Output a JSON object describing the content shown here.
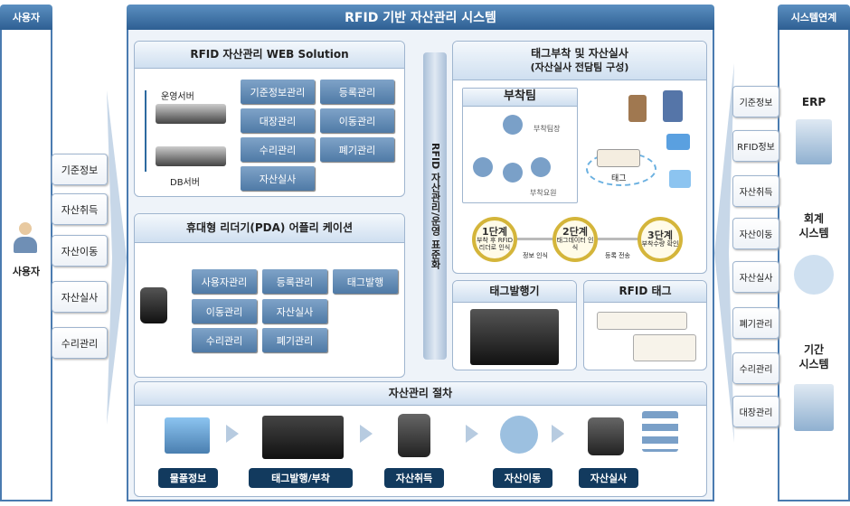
{
  "title": "RFID 기반 자산관리 시스템",
  "left": {
    "header": "사용자",
    "user_label": "사용자",
    "items": [
      "기준정보",
      "자산취득",
      "자산이동",
      "자산실사",
      "수리관리"
    ]
  },
  "right": {
    "header": "시스템연계",
    "items": [
      "기준정보",
      "RFID정보",
      "자산취득",
      "자산이동",
      "자산실사",
      "폐기관리",
      "수리관리",
      "대장관리"
    ],
    "systems": [
      "ERP",
      "회계\n시스템",
      "기간\n시스템"
    ]
  },
  "web": {
    "title": "RFID 자산관리 WEB Solution",
    "server1": "운영서버",
    "server2": "DB서버",
    "buttons": [
      "기준정보관리",
      "등록관리",
      "대장관리",
      "이동관리",
      "수리관리",
      "폐기관리",
      "자산실사"
    ]
  },
  "pda": {
    "title": "휴대형 리더기(PDA) 어플리 케이션",
    "buttons": [
      "사용자관리",
      "등록관리",
      "태그발행",
      "이동관리",
      "자산실사",
      "수리관리",
      "폐기관리"
    ]
  },
  "vertical_bar": "RFID 자산관리/운영 표준화",
  "tag": {
    "title": "태그부착 및 자산실사",
    "subtitle": "(자산실사 전담팀 구성)",
    "team_title": "부착팀",
    "leader": "부착팀장",
    "members": "부착요원",
    "tag_label": "태그",
    "steps": [
      {
        "title": "1단계",
        "desc": "부착 후 RFID 리더로 인식"
      },
      {
        "title": "2단계",
        "desc": "태그데이터 인식"
      },
      {
        "title": "3단계",
        "desc": "부착수량 확인"
      }
    ],
    "step_arrows": [
      "정보 인식",
      "등록 전송"
    ]
  },
  "printer": {
    "title": "태그발행기"
  },
  "rfid_tag": {
    "title": "RFID 태그"
  },
  "process": {
    "title": "자산관리 절차",
    "steps": [
      "물품정보",
      "태그발행/부착",
      "자산취득",
      "자산이동",
      "자산실사"
    ]
  },
  "colors": {
    "header": "#3b6da1",
    "button": "#5f87b1",
    "step": "#123a5e",
    "circle": "#d4b53a"
  }
}
